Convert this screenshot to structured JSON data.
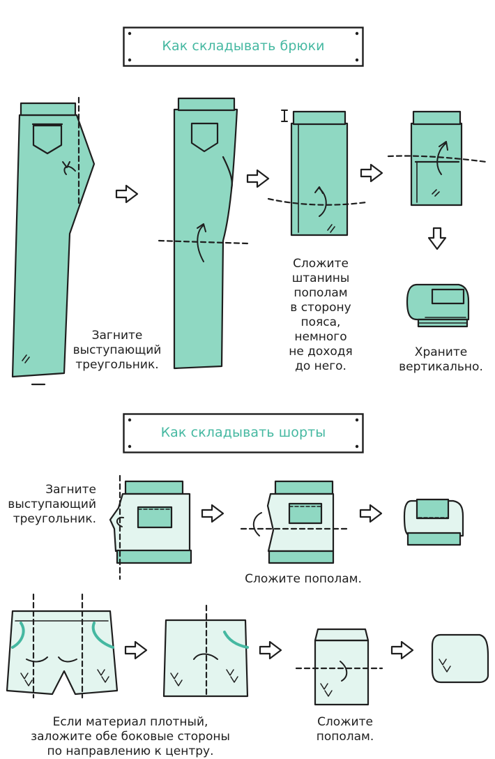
{
  "trousers": {
    "title": "Как складывать брюки",
    "step1_caption": [
      "Загните",
      "выступающий",
      "треугольник."
    ],
    "step3_caption": [
      "Сложите",
      "штанины",
      "пополам",
      "в сторону",
      "пояса,",
      "немного",
      "не доходя",
      "до него."
    ],
    "step5_caption": [
      "Храните",
      "вертикально."
    ]
  },
  "shorts": {
    "title": "Как складывать шорты",
    "step1_caption": [
      "Загните",
      "выступающий",
      "треугольник."
    ],
    "step2_caption": [
      "Сложите пополам."
    ],
    "thick_caption": [
      "Если материал плотный,",
      "заложите обе боковые стороны",
      "по направлению к центру."
    ],
    "thick_fold_caption": [
      "Сложите",
      "пополам."
    ]
  },
  "colors": {
    "accent": "#45b8a1",
    "fabric": "#8fd8c2",
    "fabric_light": "#e3f5ef",
    "ink": "#1e1e1e"
  },
  "icons": [
    "arrow-right-icon",
    "arrow-down-icon",
    "fold-arrow-icon"
  ]
}
